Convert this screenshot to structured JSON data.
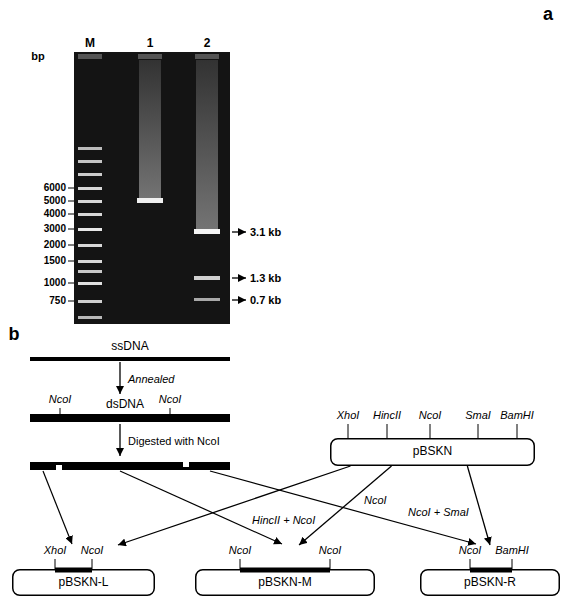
{
  "diagram": {
    "nodes": [
      {
        "text": [
          "ssDNA"
        ]
      },
      {
        "text": [
          "NcoI",
          "dsDNA",
          "NcoI"
        ]
      },
      {
        "text": [
          "XhoI",
          "HincII",
          "NcoI",
          "SmaI",
          "BamHI",
          "pBSKN"
        ]
      },
      {
        "text": [
          "XhoI",
          "NcoI",
          "pBSKN-L"
        ]
      },
      {
        "text": [
          "NcoI",
          "NcoI",
          "pBSKN-M"
        ]
      },
      {
        "text": [
          "NcoI",
          "BamHI",
          "pBSKN-R"
        ]
      }
    ],
    "edges": [
      {
        "from": 0,
        "to": 1,
        "arrow": "to",
        "label": "Annealed"
      },
      {
        "from": 2,
        "to": 3,
        "arrow": "to",
        "label": "HincII + NcoI"
      },
      {
        "from": 2,
        "to": 4,
        "arrow": "to",
        "label": "NcoI"
      },
      {
        "from": 2,
        "to": 5,
        "arrow": "to",
        "label": "NcoI + SmaI"
      }
    ],
    "labels": [
      "a",
      "bp",
      "M",
      "1",
      "2",
      "6000",
      "5000",
      "4000",
      "3000",
      "2000",
      "1500",
      "1000",
      "750",
      "3.1 kb",
      "1.3 kb",
      "0.7 kb",
      "b",
      "Digested with NcoI"
    ]
  }
}
